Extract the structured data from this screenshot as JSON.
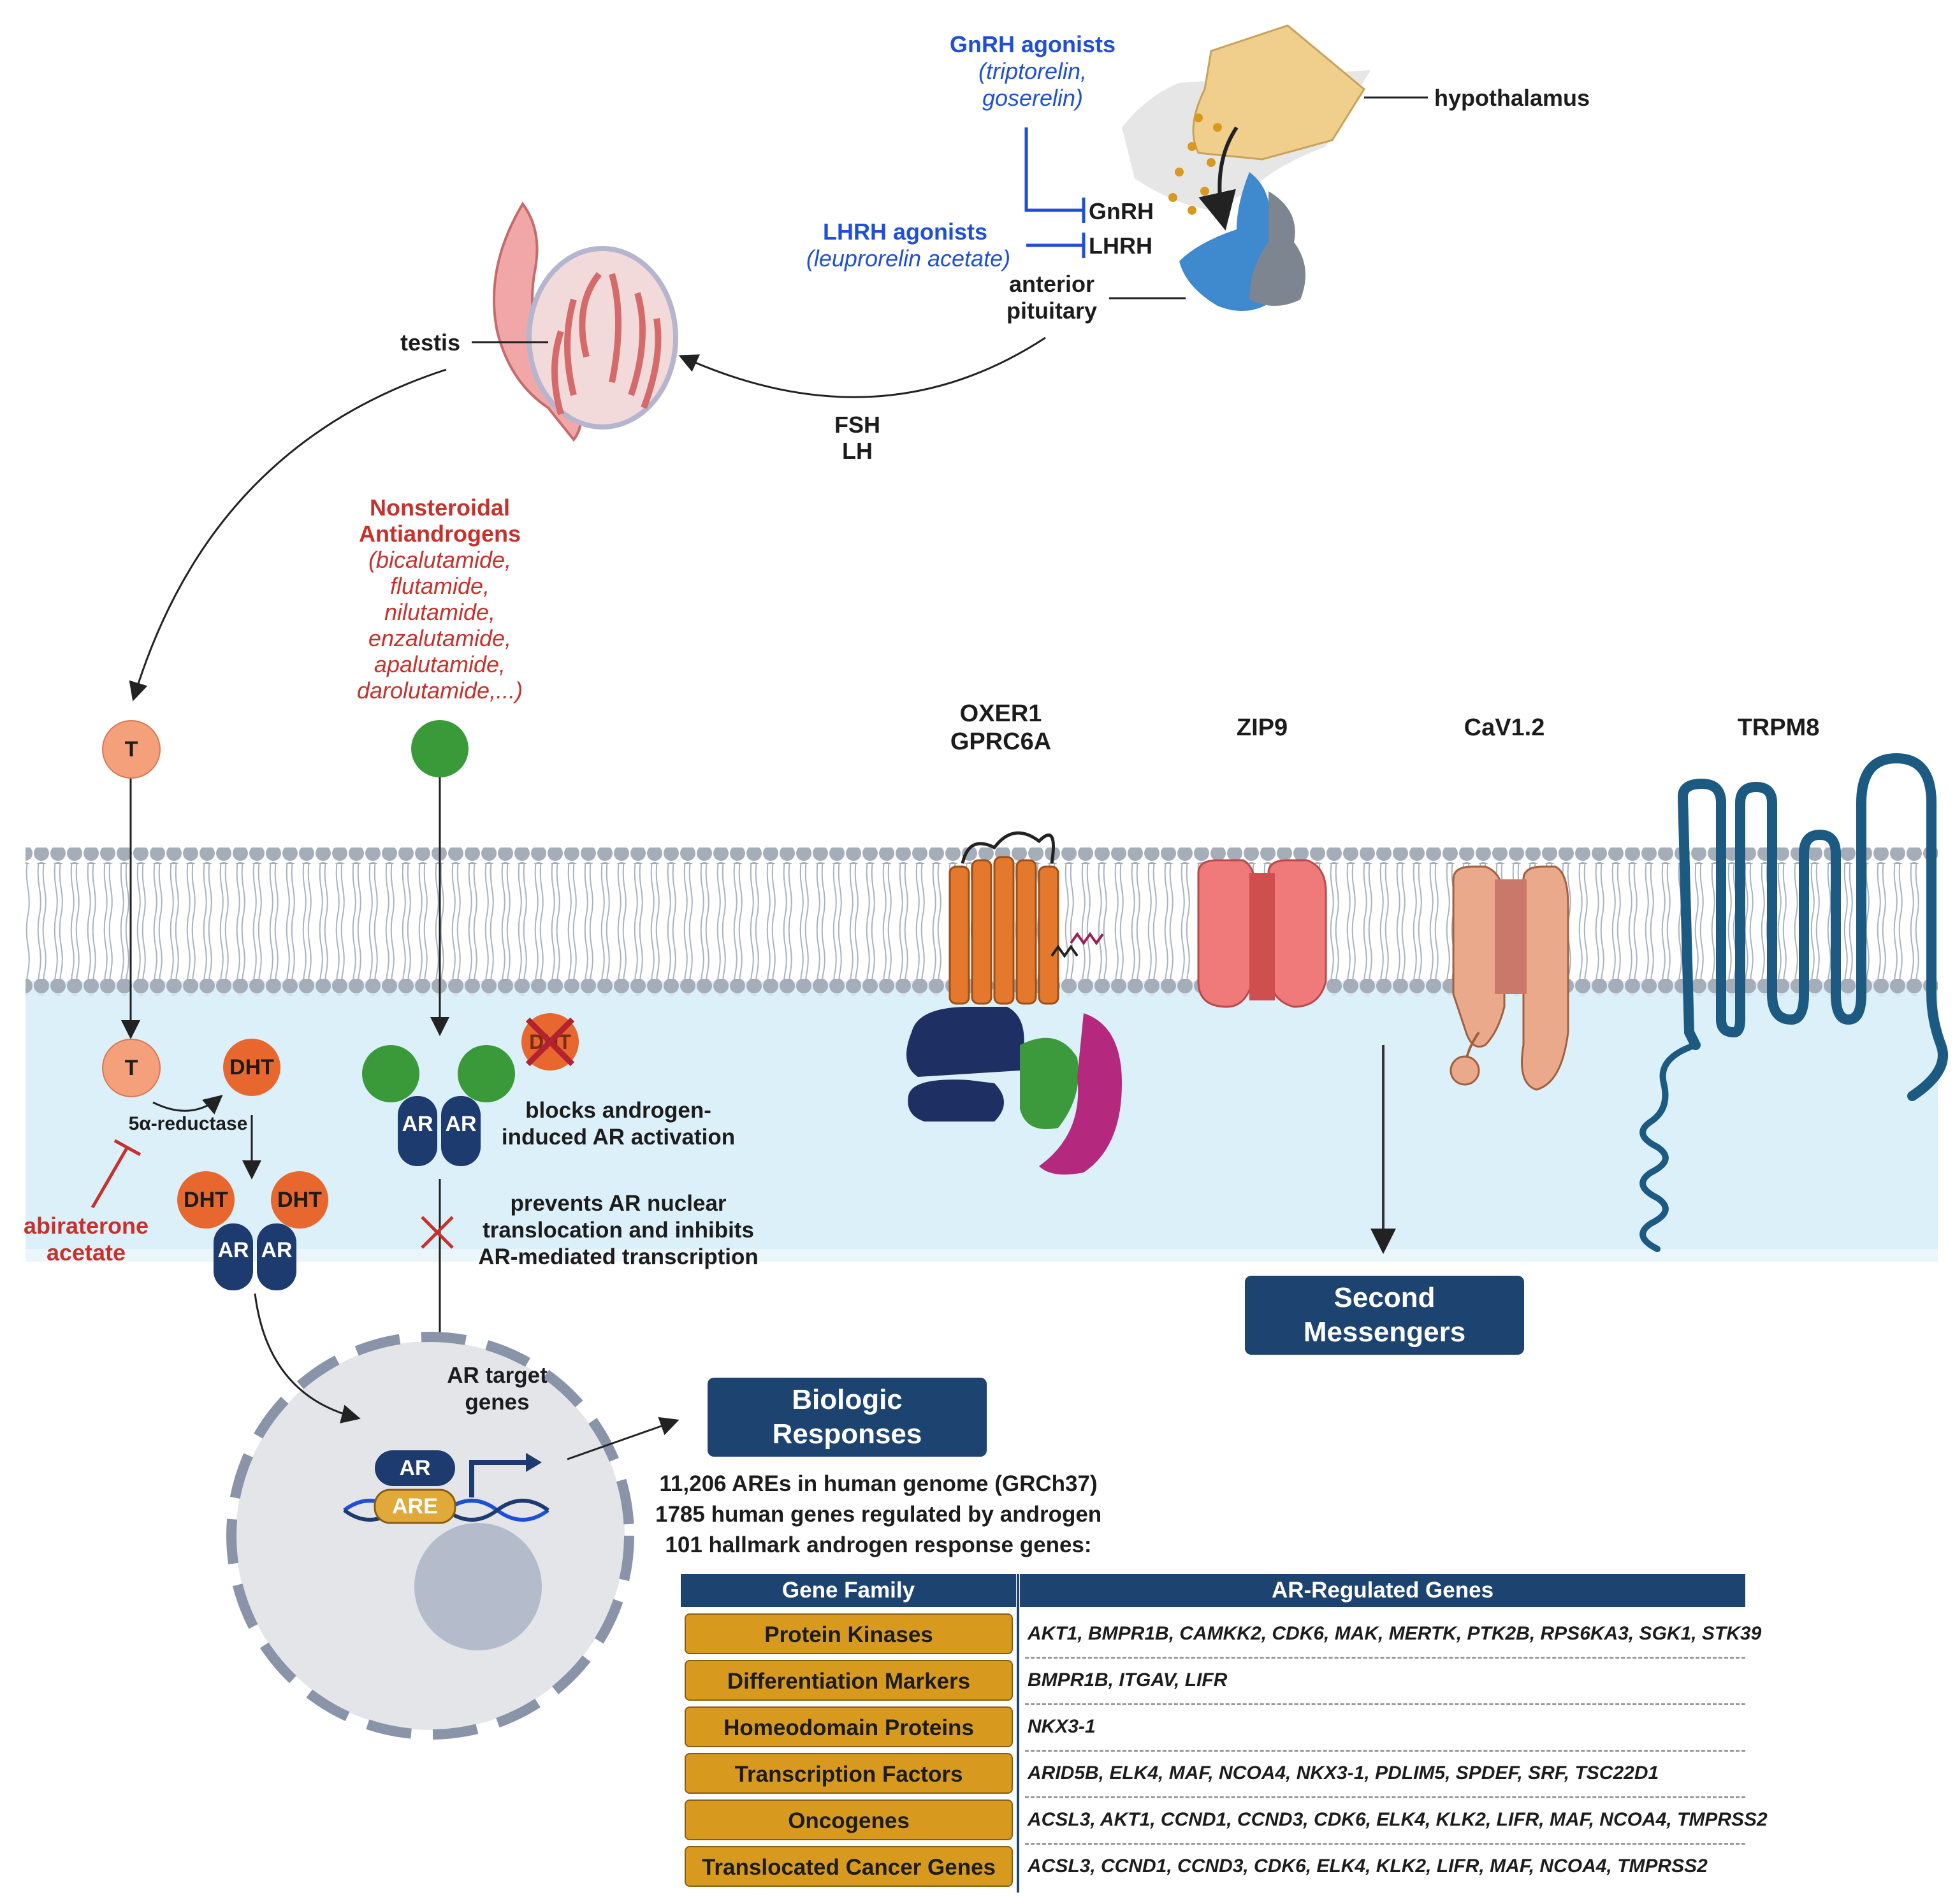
{
  "hypothalamus": {
    "gnrh_agonists_title": "GnRH agonists",
    "gnrh_agonists_drugs_1": "(triptorelin,",
    "gnrh_agonists_drugs_2": "goserelin)",
    "lhrh_agonists_title": "LHRH agonists",
    "lhrh_agonists_drugs": "(leuprorelin acetate)",
    "hypothalamus_label": "hypothalamus",
    "gnrh_label": "GnRH",
    "lhrh_label": "LHRH",
    "pituitary_label_1": "anterior",
    "pituitary_label_2": "pituitary",
    "testis_label": "testis",
    "fsh_label": "FSH",
    "lh_label": "LH"
  },
  "antiandrogens": {
    "title_1": "Nonsteroidal",
    "title_2": "Antiandrogens",
    "drugs": [
      "(bicalutamide,",
      "flutamide,",
      "nilutamide,",
      "enzalutamide,",
      "apalutamide,",
      "darolutamide,...)"
    ],
    "blocks_text_1": "blocks androgen-",
    "blocks_text_2": "induced AR activation",
    "prevents_text_1": "prevents AR nuclear",
    "prevents_text_2": "translocation and inhibits",
    "prevents_text_3": "AR-mediated transcription"
  },
  "steroid_path": {
    "t": "T",
    "dht": "DHT",
    "dht_crossed": "DHT",
    "ar": "AR",
    "reductase": "5α-reductase",
    "abiraterone_1": "abiraterone",
    "abiraterone_2": "acetate"
  },
  "membrane_receptors": {
    "oxer1": "OXER1",
    "gprc6a": "GPRC6A",
    "zip9": "ZIP9",
    "cav12": "CaV1.2",
    "trpm8": "TRPM8"
  },
  "nucleus": {
    "ar_target_1": "AR target",
    "ar_target_2": "genes",
    "ar": "AR",
    "are": "ARE"
  },
  "boxes": {
    "second_messengers_1": "Second",
    "second_messengers_2": "Messengers",
    "biologic_responses_1": "Biologic",
    "biologic_responses_2": "Responses"
  },
  "stats": [
    "11,206 AREs in human genome (GRCh37)",
    "1785 human genes regulated by androgen",
    "101 hallmark androgen response genes:"
  ],
  "table": {
    "header_family": "Gene Family",
    "header_genes": "AR-Regulated Genes",
    "rows": [
      {
        "family": "Protein Kinases",
        "genes": "AKT1, BMPR1B, CAMKK2, CDK6, MAK, MERTK, PTK2B, RPS6KA3, SGK1, STK39"
      },
      {
        "family": "Differentiation Markers",
        "genes": "BMPR1B, ITGAV, LIFR"
      },
      {
        "family": "Homeodomain Proteins",
        "genes": "NKX3-1"
      },
      {
        "family": "Transcription Factors",
        "genes": "ARID5B, ELK4, MAF, NCOA4, NKX3-1, PDLIM5, SPDEF, SRF, TSC22D1"
      },
      {
        "family": "Oncogenes",
        "genes": "ACSL3, AKT1, CCND1, CCND3, CDK6, ELK4, KLK2, LIFR, MAF, NCOA4, TMPRSS2"
      },
      {
        "family": "Translocated Cancer Genes",
        "genes": "ACSL3, CCND1, CCND3, CDK6, ELK4, KLK2, LIFR, MAF, NCOA4, TMPRSS2"
      }
    ]
  },
  "colors": {
    "drug_blue": "#1f4fd6",
    "drug_red": "#c8302b",
    "box_navy": "#1d4470",
    "table_gold": "#d89a1e",
    "testosterone_salmon": "#f4a07a",
    "dht_orange": "#e8672f",
    "antiandrogen_green": "#3a9a3a",
    "cytoplasm": "#dcf0fa"
  }
}
